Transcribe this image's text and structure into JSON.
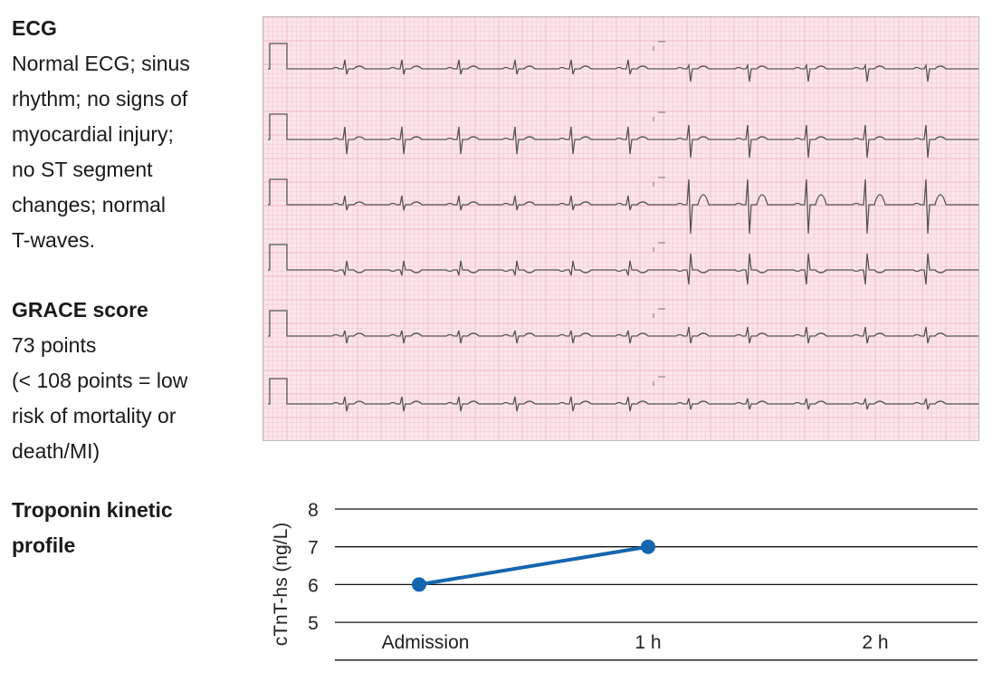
{
  "ecg": {
    "heading": "ECG",
    "lines": [
      "Normal ECG; sinus",
      "rhythm; no signs of",
      "myocardial injury;",
      "no ST segment",
      "changes; normal",
      "T-waves."
    ]
  },
  "grace": {
    "heading": "GRACE score",
    "lines": [
      "73 points",
      "(< 108 points = low",
      "risk of mortality or",
      "death/MI)"
    ]
  },
  "troponin": {
    "heading_lines": [
      "Troponin kinetic",
      "profile"
    ]
  },
  "colors": {
    "series": "#1466b0",
    "ecg_paper": "#fbe6ea",
    "ecg_grid": "#f2b8c4",
    "ecg_trace": "#555555"
  },
  "chart_data": {
    "type": "line",
    "ylabel": "cTnT-hs (ng/L)",
    "xlabel": "",
    "categories": [
      "Admission",
      "1 h",
      "2 h"
    ],
    "yticks": [
      "8",
      "7",
      "6",
      "5"
    ],
    "ylim": [
      5,
      8
    ],
    "grid": true,
    "series": [
      {
        "values": [
          6,
          7,
          null
        ]
      }
    ]
  }
}
